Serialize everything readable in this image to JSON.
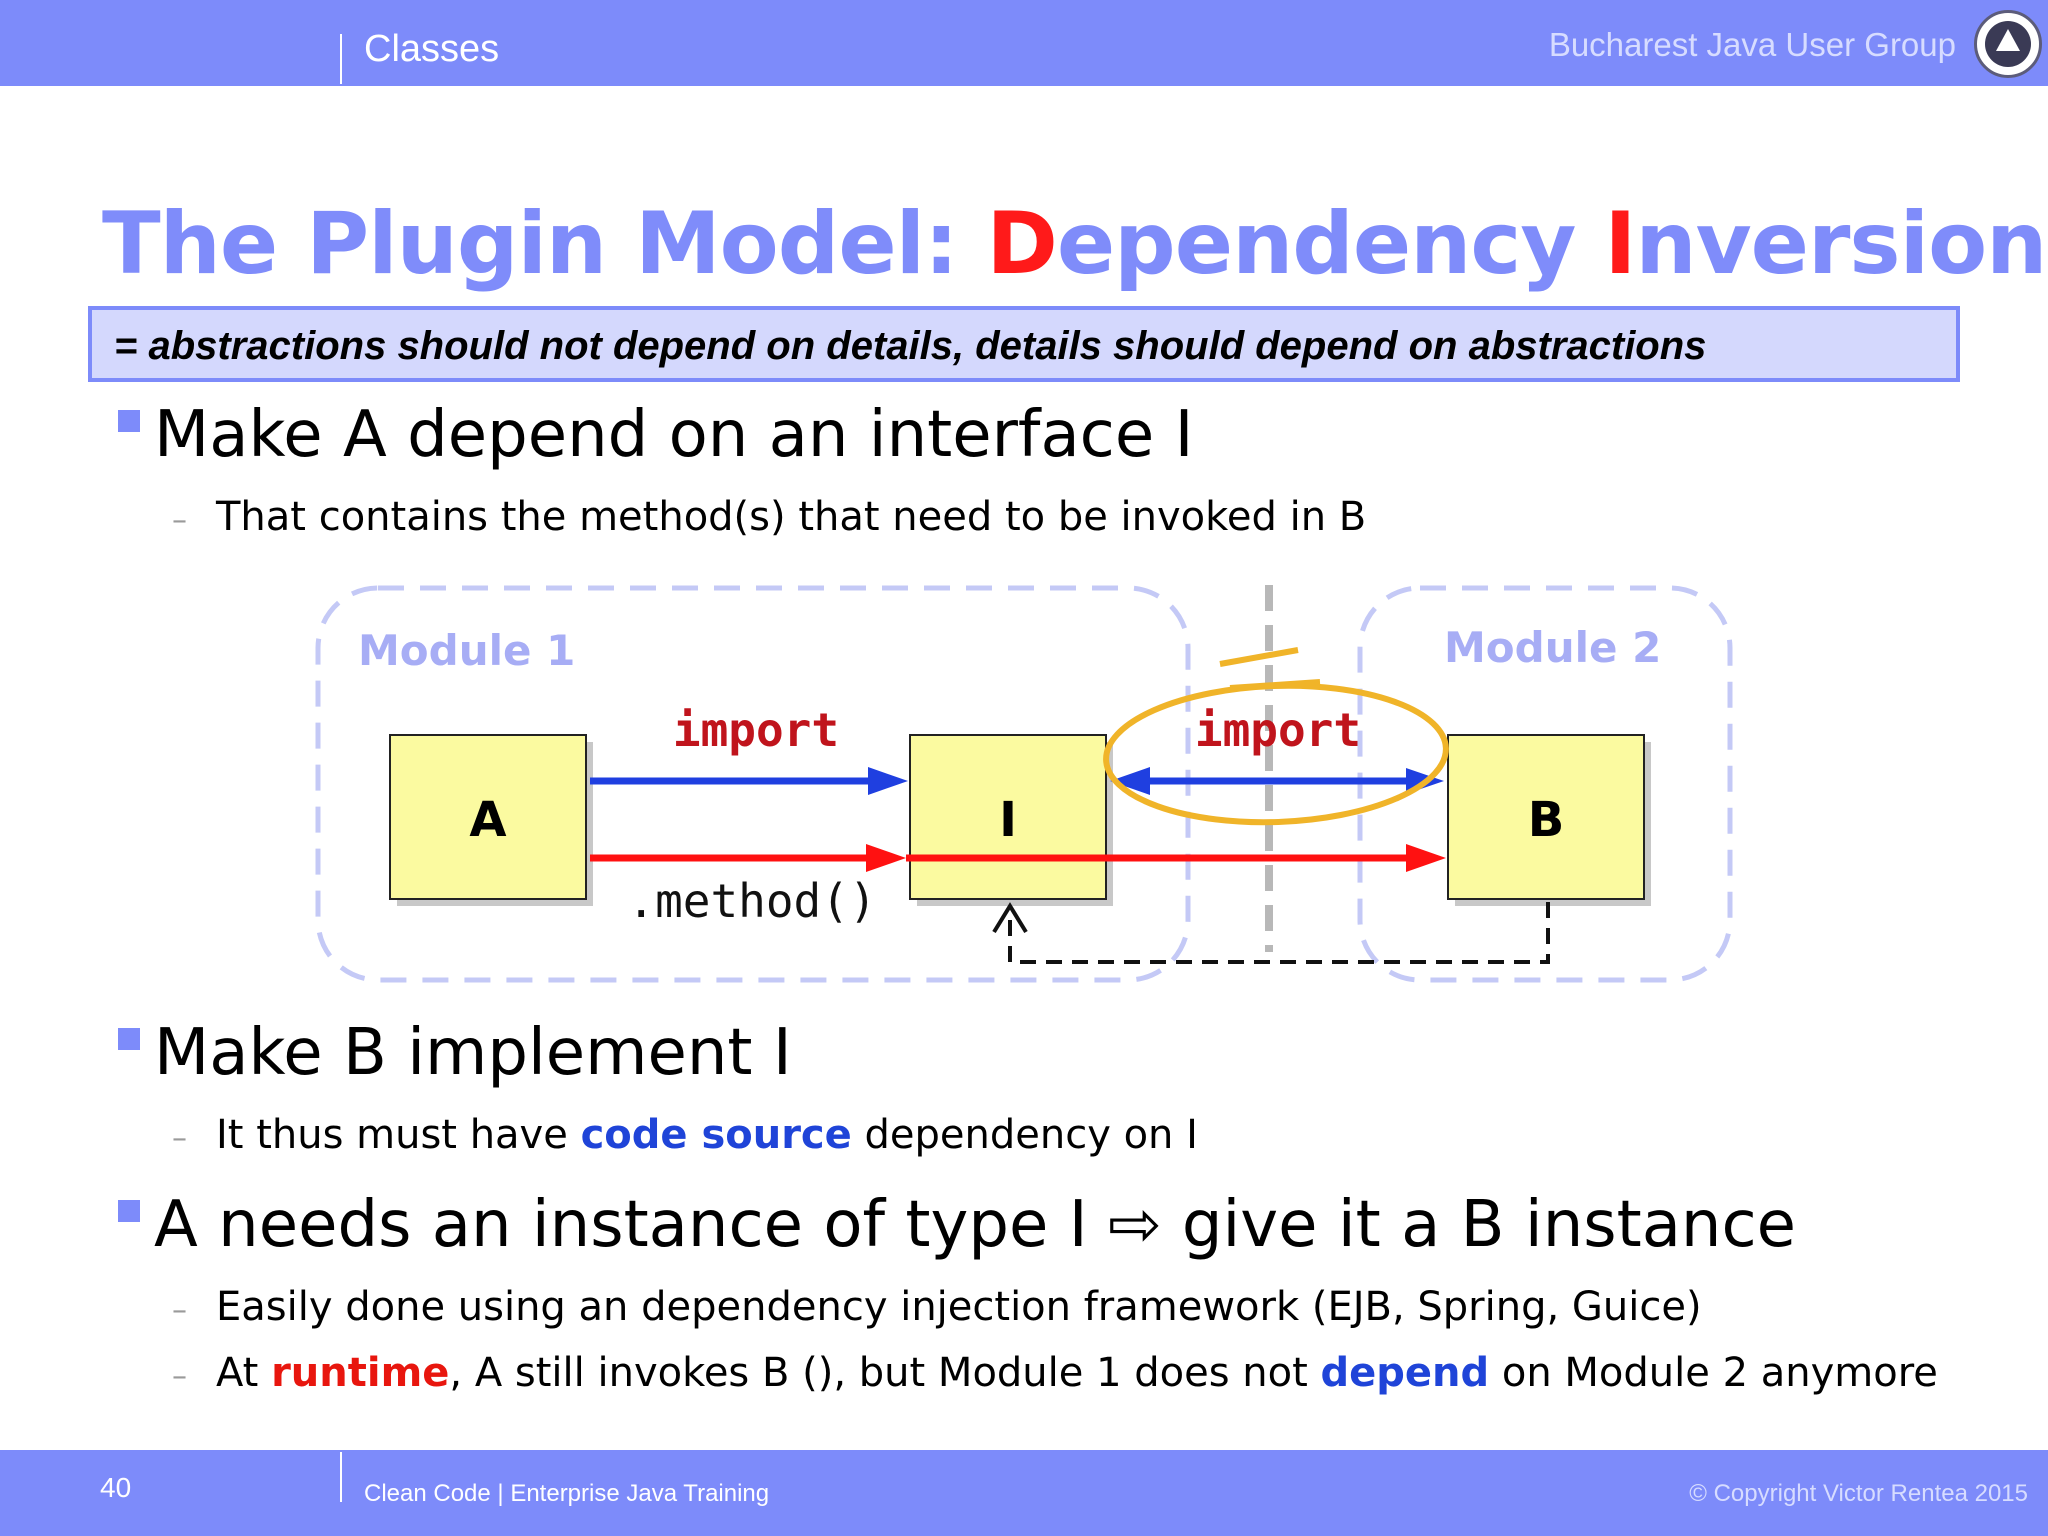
{
  "header": {
    "section": "Classes",
    "group": "Bucharest Java User Group",
    "logo_icon": "bjug-logo-icon"
  },
  "title": {
    "part1": "The Plugin Model: ",
    "d": "D",
    "part2": "ependency ",
    "i": "I",
    "part3": "nversion"
  },
  "definition": "= abstractions should not depend on details, details should depend on abstractions",
  "bullets": {
    "b1": "Make A depend on an interface I",
    "b1_sub": "That contains the method(s) that need to be invoked in B",
    "b2": "Make B implement I",
    "b2_sub_pre": "It thus must have ",
    "b2_sub_hl": "code source",
    "b2_sub_post": " dependency on I",
    "b3_pre": "A needs an instance of type I ",
    "b3_arrow": "⇨",
    "b3_post": " give it a B instance",
    "b3_sub1": "Easily done using an dependency injection framework (EJB, Spring, Guice)",
    "b3_sub2_a": "At ",
    "b3_sub2_runtime": "runtime",
    "b3_sub2_b": ", A still invokes B (), but Module 1 does not ",
    "b3_sub2_depend": "depend",
    "b3_sub2_c": " on Module 2 anymore"
  },
  "diagram": {
    "module1": "Module 1",
    "module2": "Module 2",
    "box_a": "A",
    "box_i": "I",
    "box_b": "B",
    "import1": "import",
    "import2": "import",
    "method": ".method()"
  },
  "footer": {
    "page": "40",
    "course": "Clean Code | Enterprise Java Training",
    "copyright": "© Copyright Victor Rentea 2015"
  },
  "colors": {
    "accent": "#7d8bfa",
    "highlight_red": "#ff1a1a",
    "arrow_blue": "#1f3fe0",
    "arrow_red": "#ff1111",
    "box_fill": "#fbfaa0",
    "circle_orange": "#f0b429"
  }
}
